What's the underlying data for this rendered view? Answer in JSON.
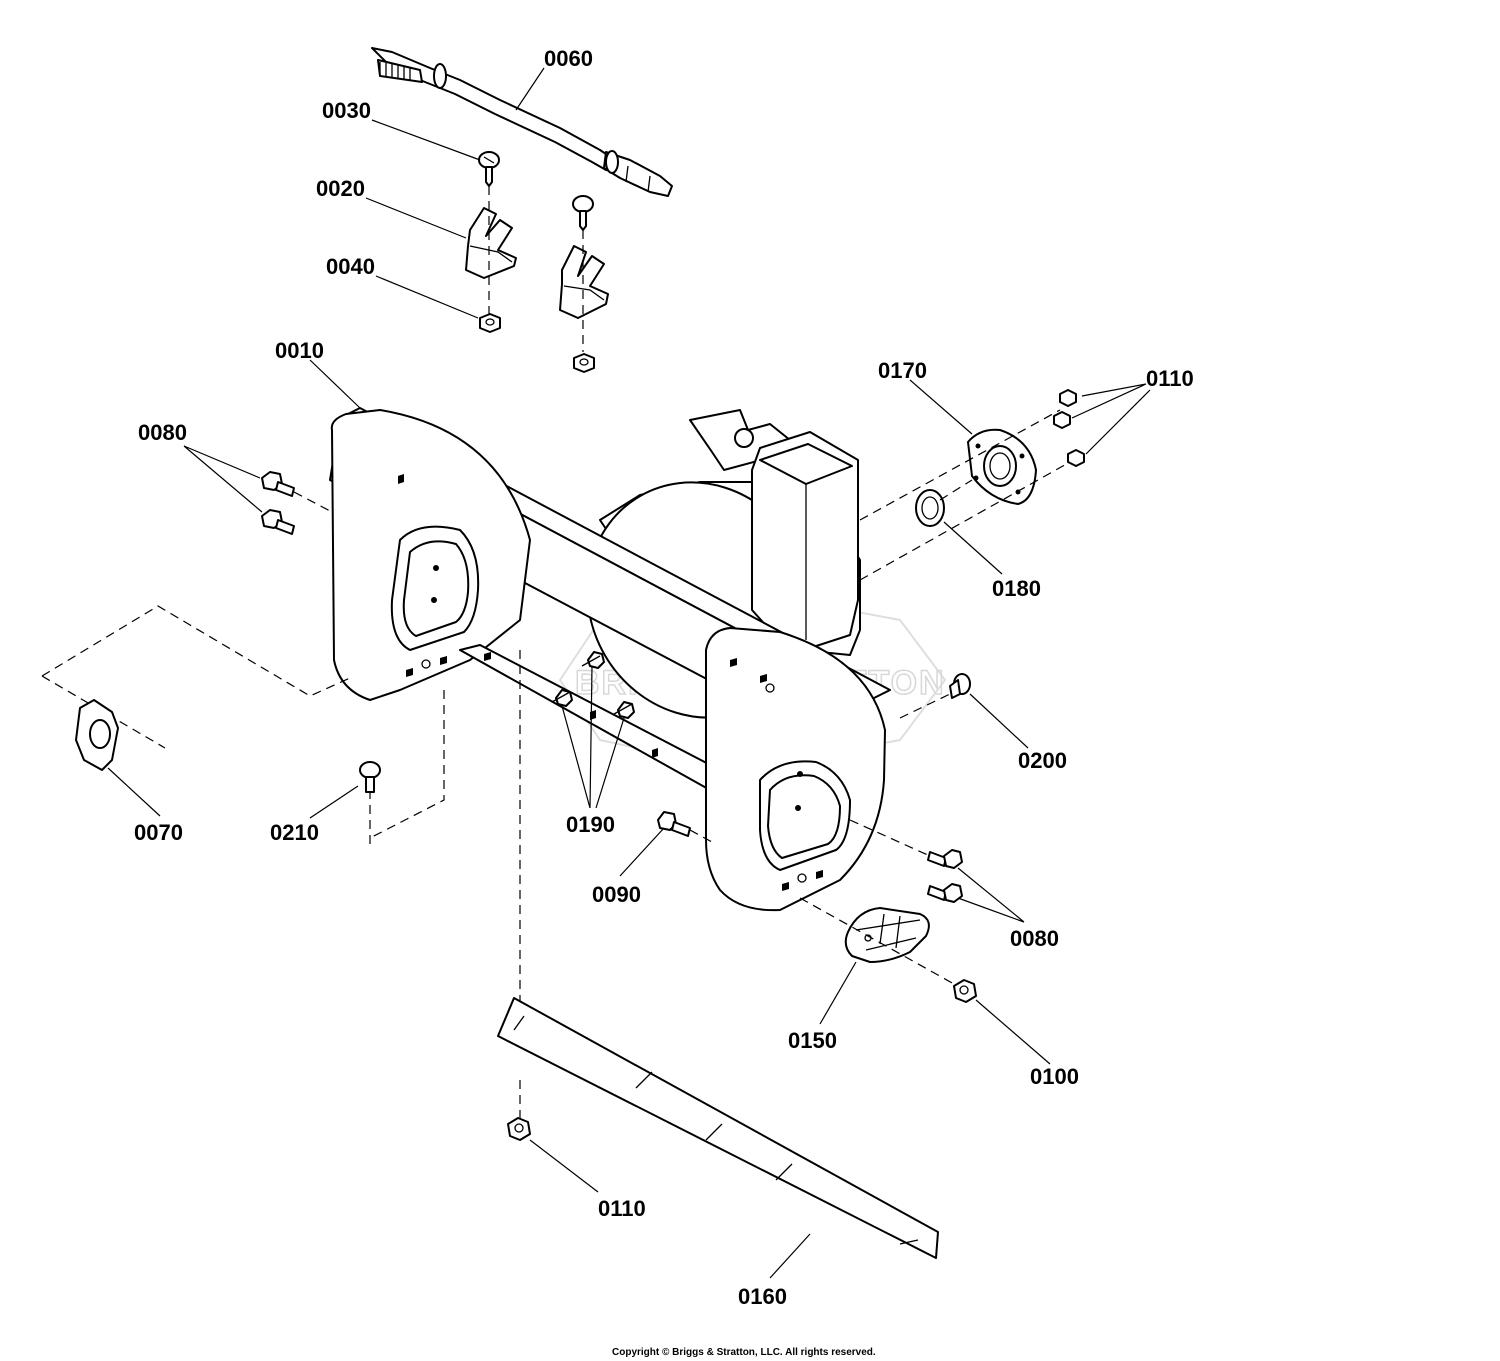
{
  "diagram": {
    "watermark": "BRIGGS&STRATTON",
    "copyright": "Copyright © Briggs & Stratton, LLC. All rights reserved.",
    "callouts": {
      "c0060": "0060",
      "c0030": "0030",
      "c0020": "0020",
      "c0040": "0040",
      "c0010": "0010",
      "c0170": "0170",
      "c0110_top": "0110",
      "c0080_left": "0080",
      "c0180": "0180",
      "c0200": "0200",
      "c0070": "0070",
      "c0210": "0210",
      "c0190": "0190",
      "c0090": "0090",
      "c0080_right": "0080",
      "c0150": "0150",
      "c0100": "0100",
      "c0110_bottom": "0110",
      "c0160": "0160"
    }
  }
}
